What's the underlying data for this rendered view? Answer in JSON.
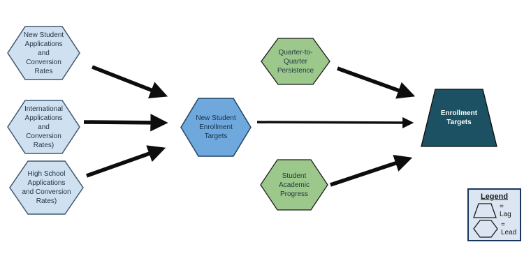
{
  "nodes": {
    "new_student_apps": {
      "label": "New Student Applications and Conversion Rates",
      "type": "lead"
    },
    "international_apps": {
      "label": "International Applications and Conversion Rates)",
      "type": "lead"
    },
    "high_school_apps": {
      "label": "High School Applications and Conversion Rates)",
      "type": "lead"
    },
    "new_student_enrollment_targets": {
      "label": "New Student Enrollment Targets",
      "type": "lead"
    },
    "quarter_to_quarter_persistence": {
      "label": "Quarter-to-Quarter Persistence",
      "type": "lead"
    },
    "student_academic_progress": {
      "label": "Student Academic Progress",
      "type": "lead"
    },
    "enrollment_targets": {
      "label": "Enrollment Targets",
      "type": "lag"
    }
  },
  "legend": {
    "title": "Legend",
    "lag_label": "= Lag",
    "lead_label": "= Lead"
  },
  "colors": {
    "lead_light_blue_fill": "#cfe0f1",
    "lead_light_blue_border": "#41586e",
    "lead_medium_blue_fill": "#6fa8dc",
    "lead_medium_blue_border": "#1f4466",
    "lead_green_fill": "#9cc98b",
    "lead_green_border": "#1a1a1a",
    "lag_dark_teal_fill": "#1b5162",
    "lag_dark_teal_border": "#0d0d0d",
    "legend_background": "#dce6f2",
    "legend_border": "#17375e",
    "arrow_color": "#0d0d0d"
  }
}
